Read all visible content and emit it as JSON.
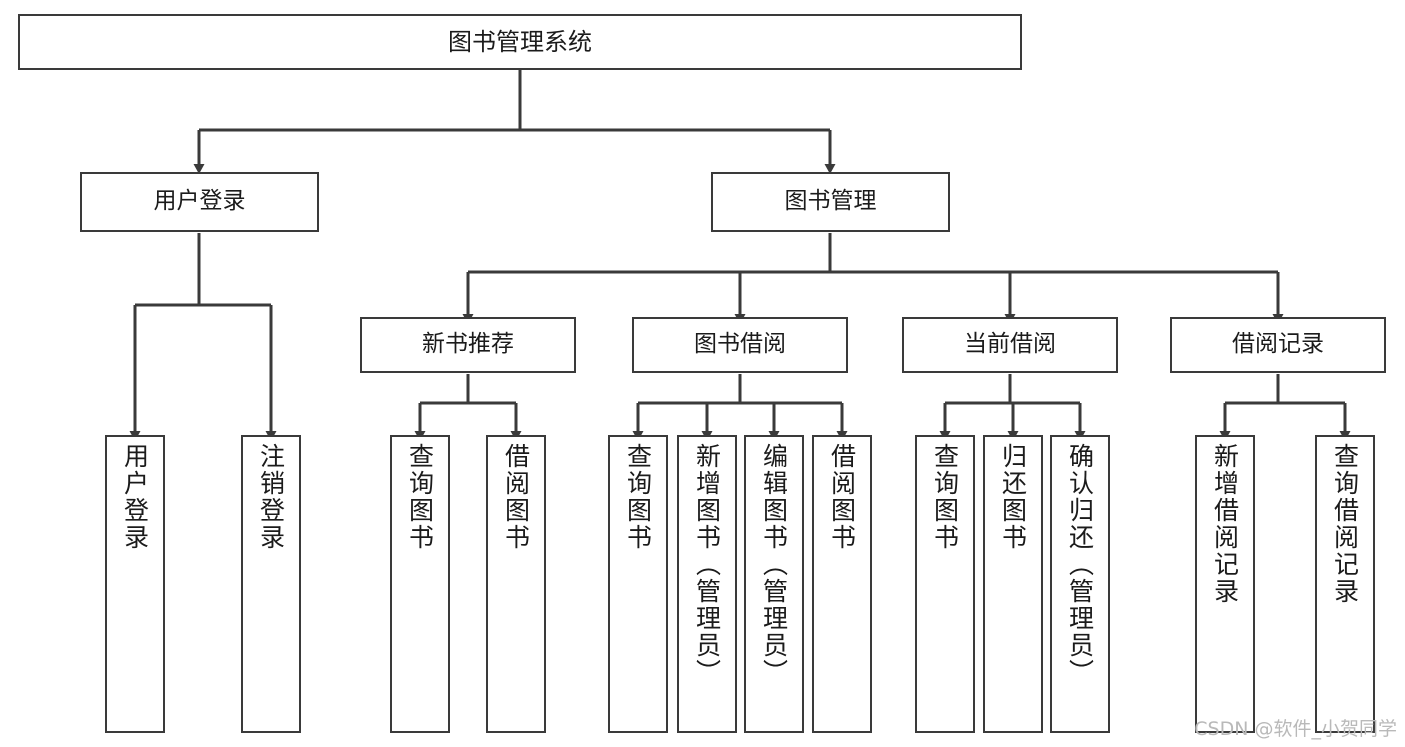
{
  "diagram": {
    "type": "tree-flowchart",
    "title": "图书管理系统",
    "orientation": "top-down",
    "line_color": "#3a3a3a",
    "box_fill": "#ffffff",
    "text_color": "#1b1b1b",
    "nodes": {
      "root": {
        "label": "图书管理系统"
      },
      "level2": [
        {
          "label": "用户登录"
        },
        {
          "label": "图书管理"
        }
      ],
      "level3": [
        {
          "label": "新书推荐"
        },
        {
          "label": "图书借阅"
        },
        {
          "label": "当前借阅"
        },
        {
          "label": "借阅记录"
        }
      ],
      "leaves": {
        "user_login": [
          {
            "label": "用户登录"
          },
          {
            "label": "注销登录"
          }
        ],
        "new_book_recommend": [
          {
            "label": "查询图书"
          },
          {
            "label": "借阅图书"
          }
        ],
        "book_borrow": [
          {
            "label": "查询图书"
          },
          {
            "label": "新增图书（管理员）"
          },
          {
            "label": "编辑图书（管理员）"
          },
          {
            "label": "借阅图书"
          }
        ],
        "current_borrow": [
          {
            "label": "查询图书"
          },
          {
            "label": "归还图书"
          },
          {
            "label": "确认归还（管理员）"
          }
        ],
        "borrow_record": [
          {
            "label": "新增借阅记录"
          },
          {
            "label": "查询借阅记录"
          }
        ]
      }
    }
  },
  "watermark": {
    "text": "CSDN @软件_小贺同学"
  }
}
